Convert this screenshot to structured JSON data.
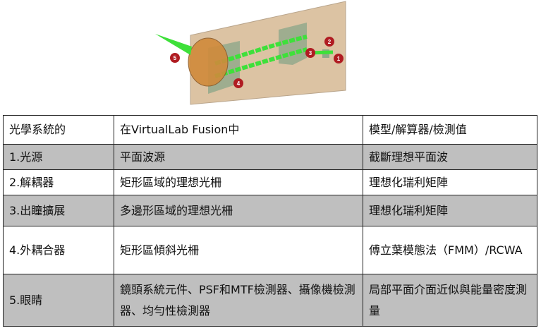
{
  "figure": {
    "markers": [
      "1",
      "2",
      "3",
      "4",
      "5"
    ],
    "colors": {
      "plate": "#dcc3a3",
      "light": "#3ee03a",
      "marker": "#b01c22",
      "lens": "#d08a3a"
    }
  },
  "table": {
    "headers": [
      "光學系統的",
      "在VirtualLab Fusion中",
      "模型/解算器/檢測值"
    ],
    "rows": [
      [
        "1.光源",
        "平面波源",
        "截斷理想平面波"
      ],
      [
        "2.解耦器",
        "矩形區域的理想光柵",
        "理想化瑞利矩陣"
      ],
      [
        "3.出瞳擴展",
        "多邊形區域的理想光柵",
        "理想化瑞利矩陣"
      ],
      [
        "4.外耦合器",
        "矩形區傾斜光柵",
        "傅立葉模態法（FMM）/RCWA"
      ],
      [
        "5.眼睛",
        "鏡頭系統元件、PSF和MTF檢測器、攝像機檢測器、均勻性檢測器",
        "局部平面介面近似與能量密度測量"
      ]
    ]
  }
}
